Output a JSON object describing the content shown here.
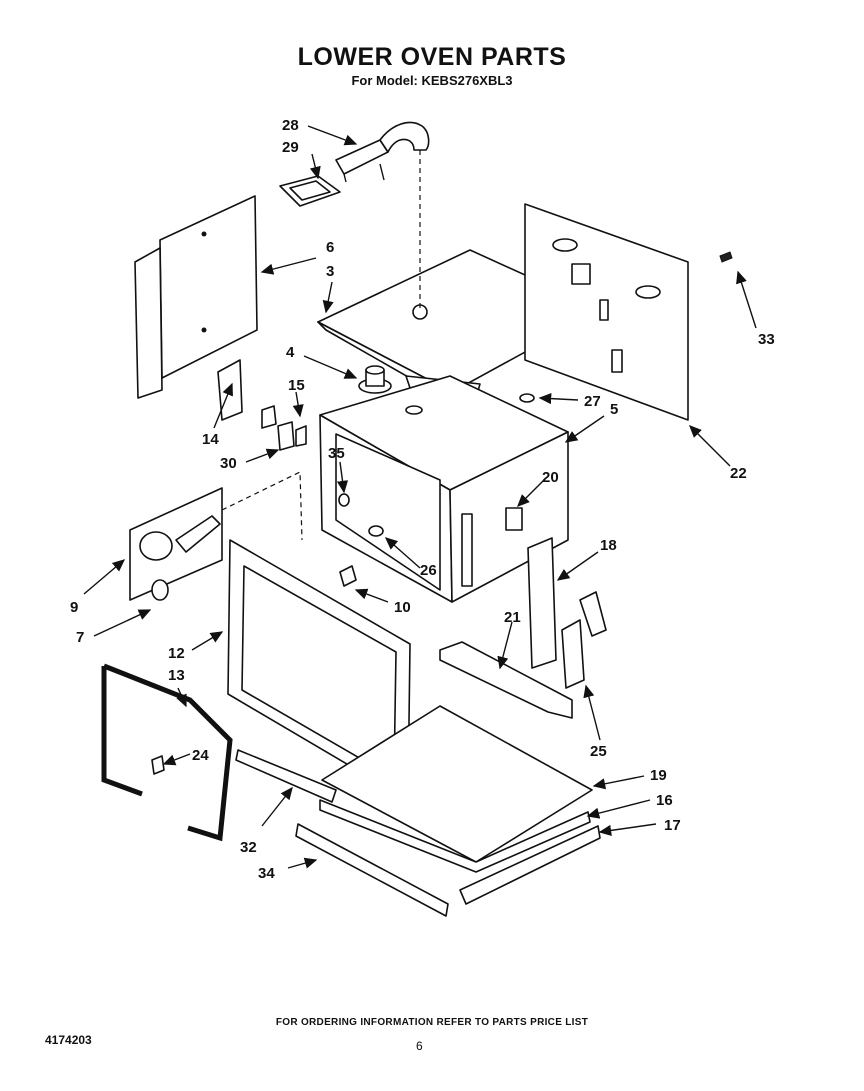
{
  "header": {
    "title": "LOWER OVEN PARTS",
    "subtitle": "For Model: KEBS276XBL3"
  },
  "callouts": [
    "28",
    "29",
    "6",
    "3",
    "33",
    "4",
    "15",
    "27",
    "5",
    "14",
    "30",
    "22",
    "35",
    "20",
    "9",
    "26",
    "18",
    "7",
    "10",
    "12",
    "21",
    "13",
    "24",
    "25",
    "19",
    "16",
    "32",
    "17",
    "34"
  ],
  "footer": {
    "note": "FOR ORDERING INFORMATION REFER TO PARTS PRICE LIST",
    "doc_number": "4174203",
    "page_number": "6"
  }
}
